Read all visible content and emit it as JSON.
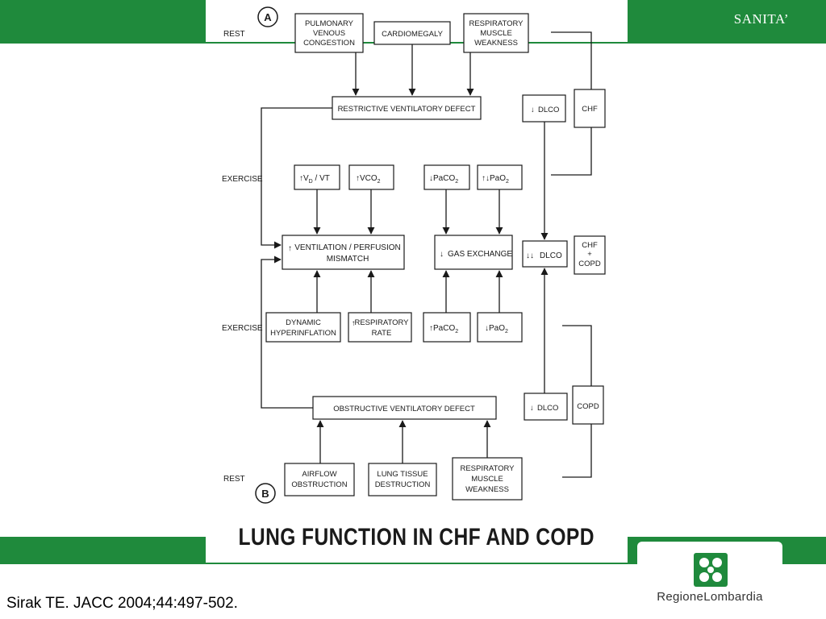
{
  "theme": {
    "green": "#1f8a3c"
  },
  "header": {
    "section": "SANITA’"
  },
  "diagram": {
    "panel_a": "A",
    "panel_b": "B",
    "rows": {
      "rest_top": "REST",
      "exercise_top": "EXERCISE",
      "exercise_bottom": "EXERCISE",
      "rest_bottom": "REST"
    },
    "top_causes": {
      "pulmonary": [
        "PULMONARY",
        "VENOUS",
        "CONGESTION"
      ],
      "cardiomegaly": "CARDIOMEGALY",
      "muscle": [
        "RESPIRATORY",
        "MUSCLE",
        "WEAKNESS"
      ]
    },
    "restrictive": "RESTRICTIVE VENTILATORY DEFECT",
    "dlco_chf": "DLCO",
    "chf_label": "CHF",
    "vd_vt": {
      "arrow": "↑",
      "main": "V",
      "sub": "D",
      "rest": " / VT"
    },
    "vco2": {
      "arrow": "↑",
      "main": "VCO",
      "sub": "2"
    },
    "paco2_down": {
      "arrow": "↓",
      "main": "PaCO",
      "sub": "2"
    },
    "pao2_updown": {
      "arrow": "↑↓",
      "main": "PaO",
      "sub": "2"
    },
    "vq": {
      "arrow": "↑",
      "line1": "VENTILATION / PERFUSION",
      "line2": "MISMATCH"
    },
    "gas": {
      "arrow": "↓",
      "label": "GAS EXCHANGE"
    },
    "dlco_both": {
      "arrow": "↓↓",
      "label": "DLCO"
    },
    "chf_copd_label": [
      "CHF",
      "+",
      "COPD"
    ],
    "hyperinflation": [
      "DYNAMIC",
      "HYPERINFLATION"
    ],
    "resp_rate": {
      "arrow": "↑",
      "line1": "RESPIRATORY",
      "line2": "RATE"
    },
    "paco2_up": {
      "arrow": "↑",
      "main": "PaCO",
      "sub": "2"
    },
    "pao2_down": {
      "arrow": "↓",
      "main": "PaO",
      "sub": "2"
    },
    "obstructive": "OBSTRUCTIVE VENTILATORY DEFECT",
    "dlco_copd": {
      "arrow": "↓",
      "label": "DLCO"
    },
    "copd_label": "COPD",
    "bottom_causes": {
      "airflow": [
        "AIRFLOW",
        "OBSTRUCTION"
      ],
      "tissue": [
        "LUNG TISSUE",
        "DESTRUCTION"
      ],
      "muscle": [
        "RESPIRATORY",
        "MUSCLE",
        "WEAKNESS"
      ]
    }
  },
  "title": "LUNG FUNCTION IN CHF AND COPD",
  "citation": "Sirak TE. JACC 2004;44:497-502.",
  "logo": {
    "text": "RegioneLombardia",
    "icon": "regione-lombardia-rose-icon"
  }
}
